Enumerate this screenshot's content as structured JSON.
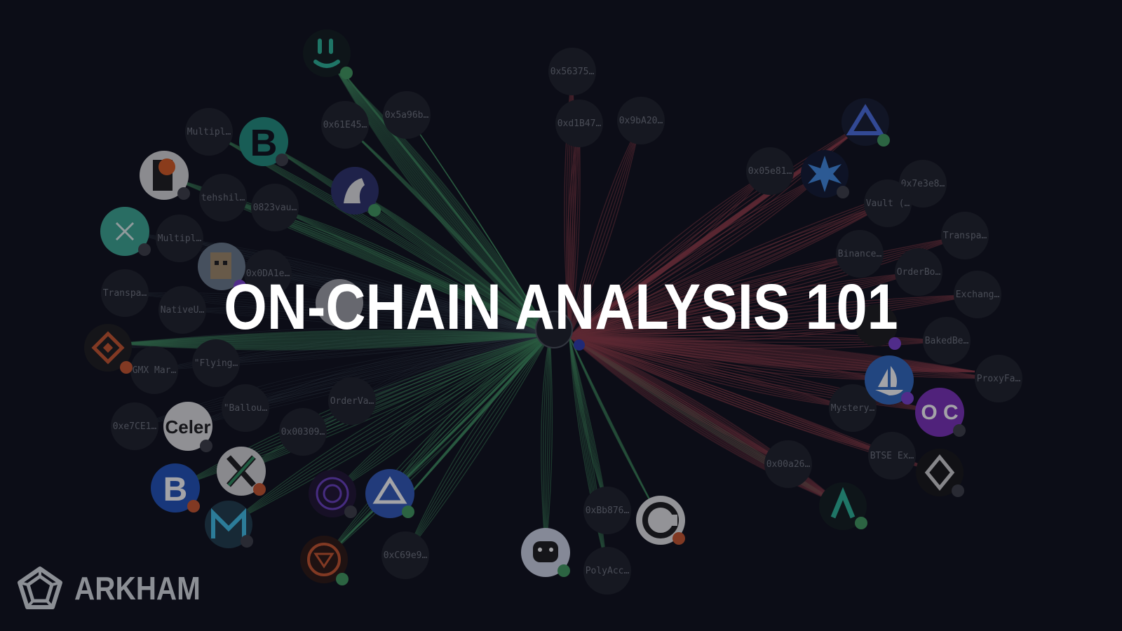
{
  "title": "ON-CHAIN ANALYSIS 101",
  "brand": {
    "name": "ARKHAM",
    "logo_icon": "arkham-pentagon-logo-icon"
  },
  "graph": {
    "address_labels": [
      "Multipl…",
      "tehshil…",
      "0823vau…",
      "Multipl…",
      "0x0DA1e…",
      "Transpa…",
      "NativeU…",
      "GMX Mar…",
      "\"Flying…",
      "\"Ballou…",
      "0xe7CE1…",
      "0x00309…",
      "OrderVa…",
      "0x61E45…",
      "0x5a96b…",
      "0x56375…",
      "0xd1B47…",
      "0x9bA20…",
      "0xC69e9…",
      "0xBb876…",
      "PolyAcc…",
      "0x05e81…",
      "0x7e3e8…",
      "Vault (…",
      "Transpa…",
      "Binance…",
      "OrderBo…",
      "Exchang…",
      "BakedBe…",
      "ProxyFa…",
      "Mystery…",
      "BTSE Ex…",
      "0x00a26…"
    ],
    "logo_labels": {
      "celer": "Celer",
      "bancor": "B",
      "oc": "O C"
    },
    "colors": {
      "background": "#0c0e17",
      "inflow": "#3c8a5a",
      "outflow": "#8e3a44",
      "badge_green": "#3f9a5c",
      "badge_orange": "#c8542a",
      "badge_purple": "#7a3fd0"
    }
  }
}
